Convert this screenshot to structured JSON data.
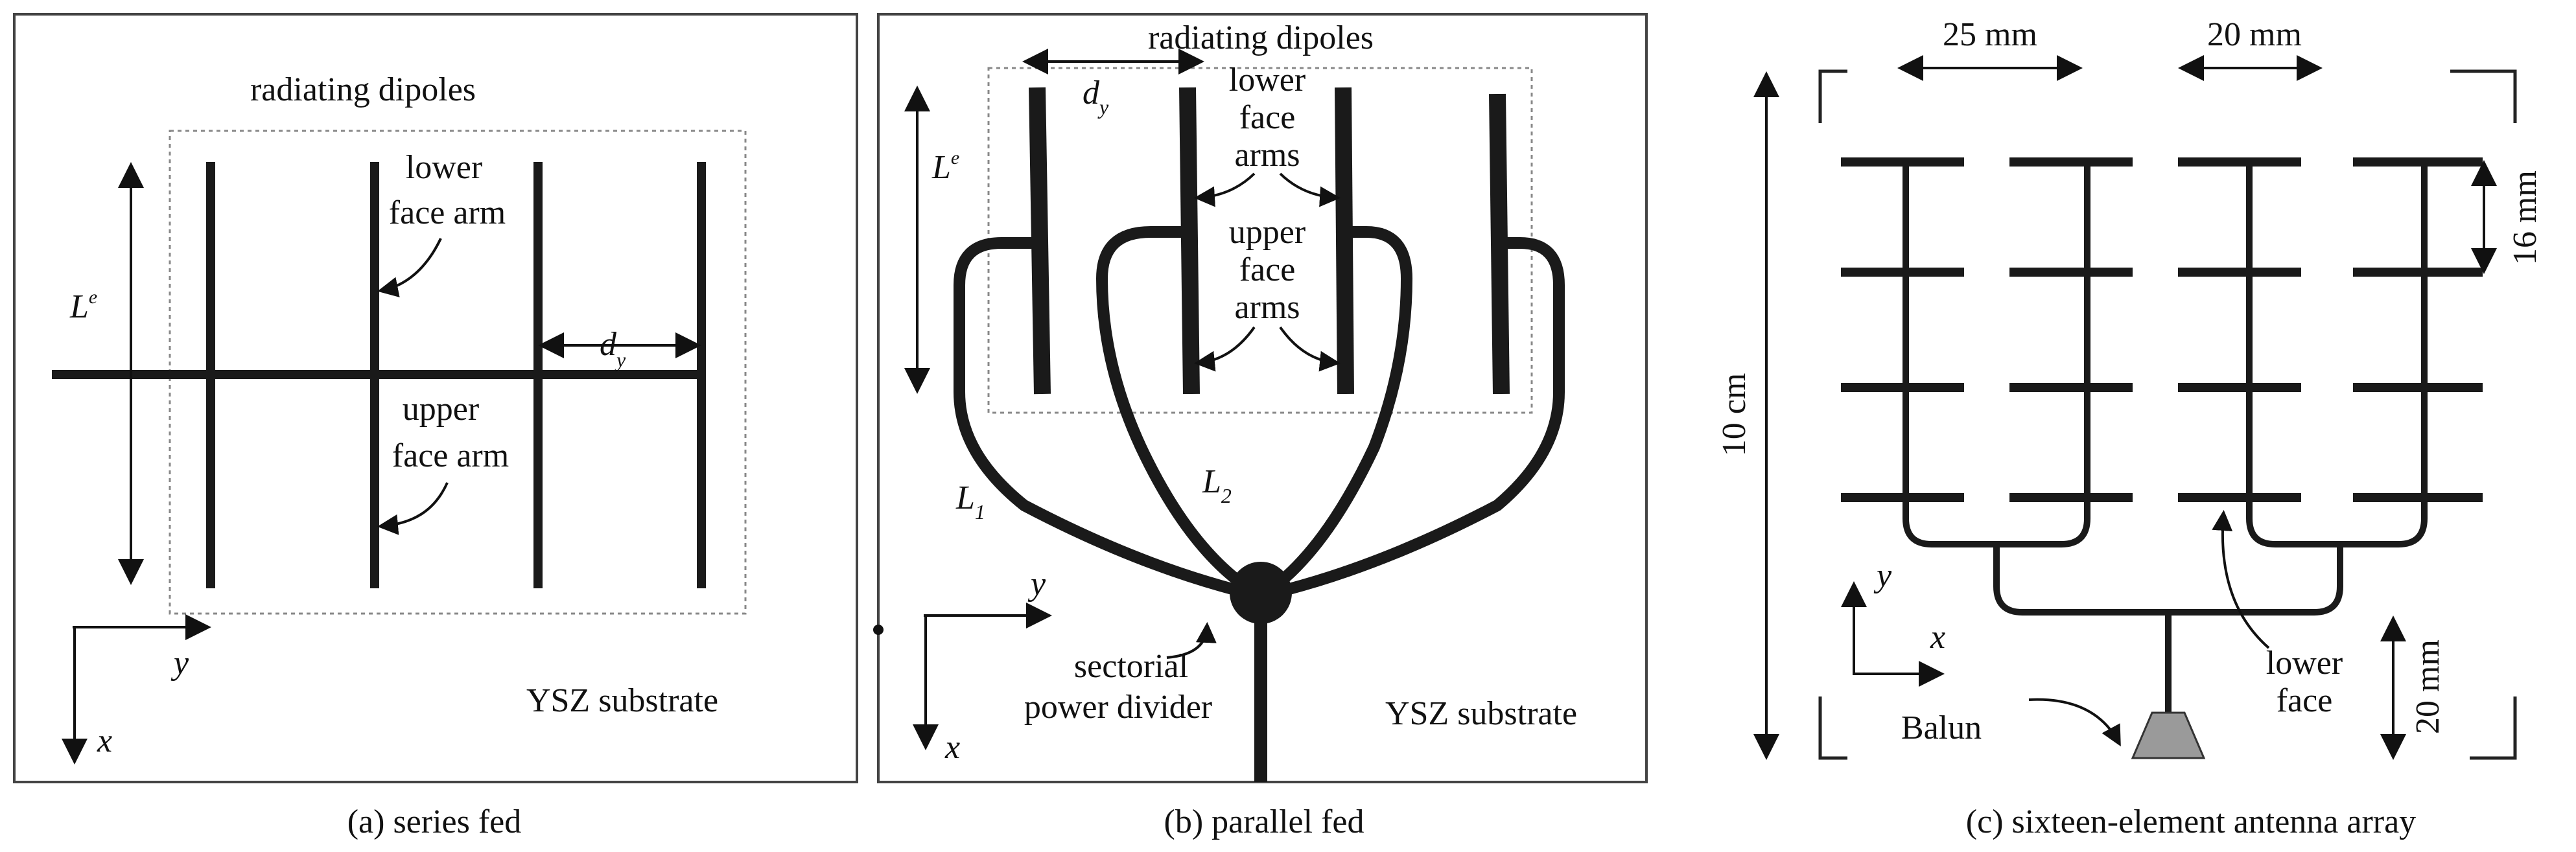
{
  "panel_a": {
    "title": "radiating dipoles",
    "lower_arm": "lower",
    "lower_arm2": "face arm",
    "upper_arm": "upper",
    "upper_arm2": "face arm",
    "Le": "L",
    "Le_sup": "e",
    "dy": "d",
    "dy_sub": "y",
    "axis_y": "y",
    "axis_x": "x",
    "substrate": "YSZ substrate",
    "caption": "(a) series fed"
  },
  "panel_b": {
    "title": "radiating dipoles",
    "dy": "d",
    "dy_sub": "y",
    "Le": "L",
    "Le_sup": "e",
    "lower1": "lower",
    "lower2": "face",
    "lower3": "arms",
    "upper1": "upper",
    "upper2": "face",
    "upper3": "arms",
    "L1": "L",
    "L1_sub": "1",
    "L2": "L",
    "L2_sub": "2",
    "axis_y": "y",
    "axis_x": "x",
    "divider1": "sectorial",
    "divider2": "power divider",
    "substrate": "YSZ substrate",
    "caption": "(b) parallel fed"
  },
  "panel_c": {
    "dim_25": "25 mm",
    "dim_20": "20 mm",
    "dim_16": "16 mm",
    "dim_10cm": "10 cm",
    "dim_20v": "20 mm",
    "axis_y": "y",
    "axis_x": "x",
    "lower1": "lower",
    "lower2": "face",
    "balun": "Balun",
    "caption": "(c) sixteen-element antenna array"
  }
}
